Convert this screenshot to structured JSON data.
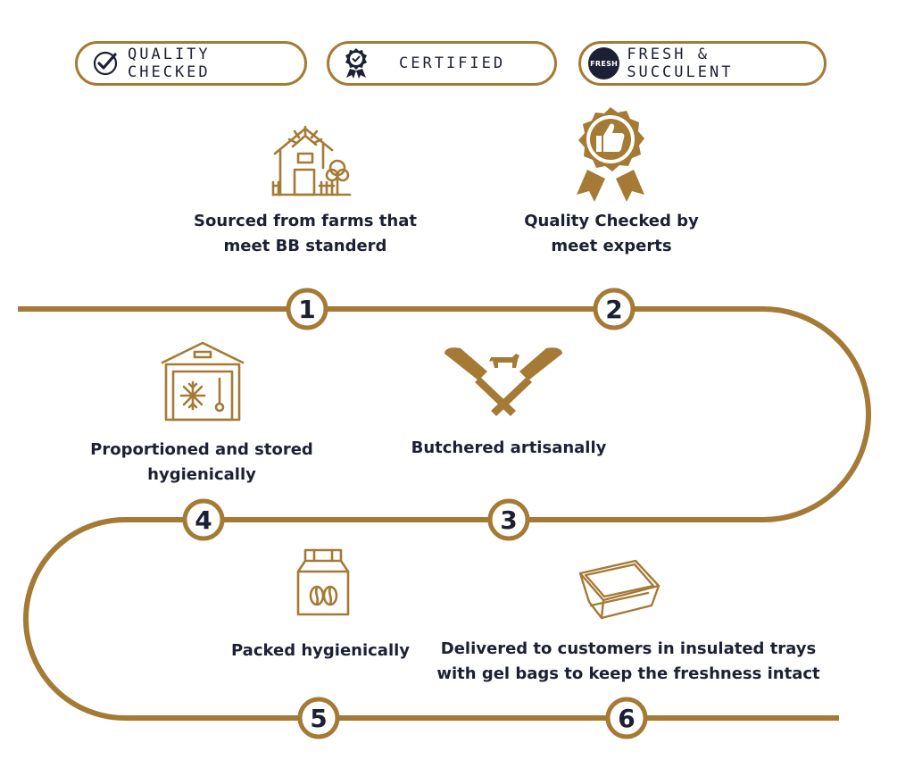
{
  "colors": {
    "accent": "#a47a35",
    "text": "#1c2033",
    "background": "#ffffff"
  },
  "badges": [
    {
      "label": "QUALITY CHECKED",
      "icon": "checkmark-circle-icon"
    },
    {
      "label": "CERTIFIED",
      "icon": "rosette-check-icon"
    },
    {
      "label": "FRESH & SUCCULENT",
      "icon": "fresh-seal-icon",
      "seal_text": "FRESH"
    }
  ],
  "steps": [
    {
      "number": "1",
      "caption_lines": [
        "Sourced from farms that",
        "meet BB standerd"
      ],
      "icon": "farm-barn-icon"
    },
    {
      "number": "2",
      "caption_lines": [
        "Quality Checked by",
        "meet experts"
      ],
      "icon": "thumbs-up-award-icon"
    },
    {
      "number": "3",
      "caption_lines": [
        "Butchered artisanally"
      ],
      "icon": "crossed-cleavers-cow-icon"
    },
    {
      "number": "4",
      "caption_lines": [
        "Proportioned and stored",
        "hygienically"
      ],
      "icon": "cold-storage-icon"
    },
    {
      "number": "5",
      "caption_lines": [
        "Packed hygienically"
      ],
      "icon": "paper-bag-icon"
    },
    {
      "number": "6",
      "caption_lines": [
        "Delivered to customers in insulated trays",
        "with gel bags to keep the freshness intact"
      ],
      "icon": "insulated-tray-icon"
    }
  ]
}
